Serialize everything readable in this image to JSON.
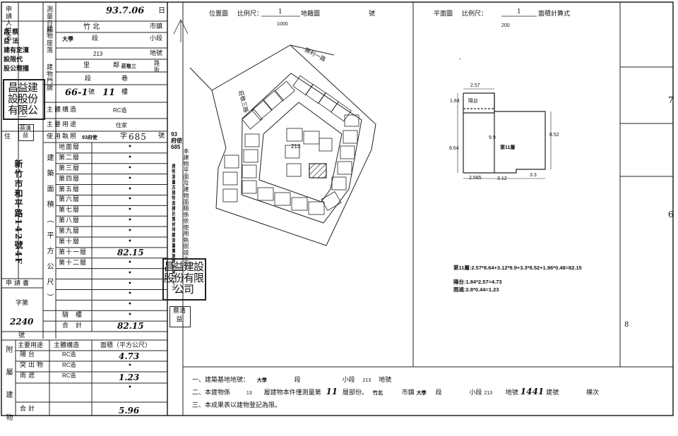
{
  "left_form": {
    "applicant_label": "申請人姓名",
    "applicant_name_lines": [
      "昌 蔡",
      "益 法",
      "建有定濱",
      "設限代",
      "股公理擂"
    ],
    "survey_date_label": "測量日期",
    "survey_date_value": "93.7.06",
    "survey_date_day_label": "日",
    "location_label": "建物座落",
    "city_value": "竹  北",
    "city_unit": "市鎮",
    "section_value": "大學",
    "section_unit": "段",
    "subsection_unit": "小段",
    "lot_value": "213",
    "lot_unit": "地號",
    "village_unit": "里",
    "neighborhood_unit": "鄰",
    "road_value": "莊敬三",
    "road_unit": "路街",
    "lane_unit": "段",
    "alley_unit": "巷",
    "door_label": "建物門牌",
    "door_number": "66-1",
    "door_number_unit": "號",
    "floor_number": "11",
    "floor_unit": "樓",
    "structure_label": "主體構造",
    "structure_value": "RC造",
    "use_label": "主要用途",
    "use_value": "住家",
    "address_label": "住",
    "address_vertical": "新竹市和平路142號4F",
    "permit_label": "使用執照",
    "permit_prefix": "93府使",
    "permit_word": "字",
    "permit_number": "685",
    "permit_unit": "號",
    "area_label_vertical": "建築面積（平方公尺）",
    "floors": [
      {
        "name": "地面層",
        "value": "•"
      },
      {
        "name": "第二層",
        "value": "•"
      },
      {
        "name": "第三層",
        "value": "•"
      },
      {
        "name": "第四層",
        "value": "•"
      },
      {
        "name": "第五層",
        "value": "•"
      },
      {
        "name": "第六層",
        "value": "•"
      },
      {
        "name": "第七層",
        "value": "•"
      },
      {
        "name": "第八層",
        "value": "•"
      },
      {
        "name": "第九層",
        "value": "•"
      },
      {
        "name": "第十層",
        "value": "•"
      },
      {
        "name": "第十一層",
        "value": "82.15"
      },
      {
        "name": "第十二層",
        "value": "•"
      },
      {
        "name": "",
        "value": "•"
      },
      {
        "name": "",
        "value": "•"
      },
      {
        "name": "",
        "value": "•"
      },
      {
        "name": "",
        "value": "•"
      },
      {
        "name": "騎樓",
        "value": "•"
      },
      {
        "name": "合計",
        "value": "82.15"
      }
    ],
    "applicant_id_label": "申請書",
    "applicant_id_word": "字第",
    "applicant_id_number": "2240",
    "applicant_id_unit": "號",
    "attached_label_vertical": "附屬建物",
    "attached_headers": [
      "主要用途",
      "主體構造",
      "面積（平方公尺）"
    ],
    "attached_rows": [
      {
        "use": "陽台",
        "structure": "RC造",
        "area": "4.73"
      },
      {
        "use": "突出物",
        "structure": "RC造",
        "area": "•"
      },
      {
        "use": "雨遮",
        "structure": "RC造",
        "area": "1.23"
      },
      {
        "use": "",
        "structure": "",
        "area": "•"
      },
      {
        "use": "合計",
        "structure": "",
        "area": "5.96"
      }
    ]
  },
  "middle_strip": {
    "permit_text": "93府使685",
    "note_vertical": "本建物平面及建物面積係依使用執照竣工平面圖轉繪",
    "note_vertical_2": "建物測量及建物面積計算依地籍測量實施規則第二七三條規定辦理"
  },
  "stamps": {
    "company_1": "昌益建設股份有限公司",
    "person_1": "蔡清益",
    "company_2": "昌益建設股份有限公司",
    "person_2": "蔡清益"
  },
  "location_map": {
    "title": "位置圖",
    "scale_label": "比例尺：",
    "scale_value": "1",
    "scale_denominator": "1000",
    "map_sheet_label": "地籍圖",
    "number_label": "號",
    "lot_label": "213",
    "road_1": "勝利一路",
    "road_2": "莊敬三路"
  },
  "floor_plan": {
    "title": "平面圖",
    "scale_label": "比例尺：",
    "scale_value": "1",
    "scale_denominator": "200",
    "area_calc_label": "面積計算式",
    "balcony_label": "陽台",
    "room_label": "第11層",
    "dims": {
      "top": "2.57",
      "balcony_side": "1.84",
      "left": "8.64",
      "inner": "9.9",
      "right": "8.52",
      "bottom_1": "2.585",
      "bottom_2": "3.12",
      "bottom_3": "3.3"
    },
    "calc_line_1": "第11層:2.57*8.64+3.12*9.9+3.3*8.52+1.96*0.48=82.15",
    "calc_line_2": "陽台:1.84*2.57=4.73",
    "calc_line_3": "雨遮:2.8*0.44=1.23"
  },
  "footer": {
    "line1_prefix": "一、建築基地地號：",
    "line1_section": "大學",
    "line1_duan": "段",
    "line1_subsection": "小段",
    "line1_lot": "213",
    "line1_suffix": "地號",
    "line2_prefix": "二、本建物係",
    "line2_floors": "13",
    "line2_mid": "層建物本件僅測量第",
    "line2_floor": "11",
    "line2_suffix": "層部份。",
    "line2_city": "竹北",
    "line2_city_unit": "市鎮",
    "line2_section": "大學",
    "line2_duan": "段",
    "line2_subsection": "小段",
    "line2_lot": "213",
    "line2_lot_unit": "地號",
    "line2_building_no": "1441",
    "line2_building_unit": "建號",
    "line2_copy": "棟次",
    "line3": "三、本成果表以建物登記為限。"
  },
  "edge_marks": [
    "7",
    "6",
    "8"
  ]
}
